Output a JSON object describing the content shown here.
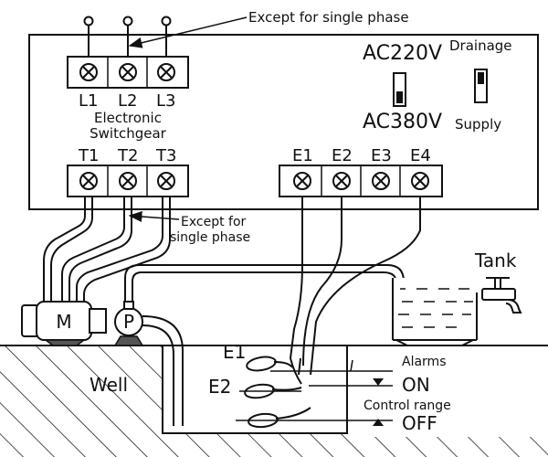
{
  "notes": {
    "top_note": "Except for single phase",
    "mid_note_line1": "Except for",
    "mid_note_line2": "single phase"
  },
  "controller": {
    "switchgear_line1": "Electronic",
    "switchgear_line2": "Switchgear",
    "input_terminals": [
      "L1",
      "L2",
      "L3"
    ],
    "output_terminals": [
      "T1",
      "T2",
      "T3"
    ],
    "electrode_terminals": [
      "E1",
      "E2",
      "E3",
      "E4"
    ],
    "voltage_top": "AC220V",
    "voltage_bottom": "AC380V",
    "mode_top": "Drainage",
    "mode_bottom": "Supply"
  },
  "field": {
    "motor": "M",
    "pump": "P",
    "well": "Well",
    "tank": "Tank",
    "probe_e1": "E1",
    "probe_e2": "E2"
  },
  "legend": {
    "alarms": "Alarms",
    "on": "ON",
    "control_range": "Control range",
    "off": "OFF"
  }
}
